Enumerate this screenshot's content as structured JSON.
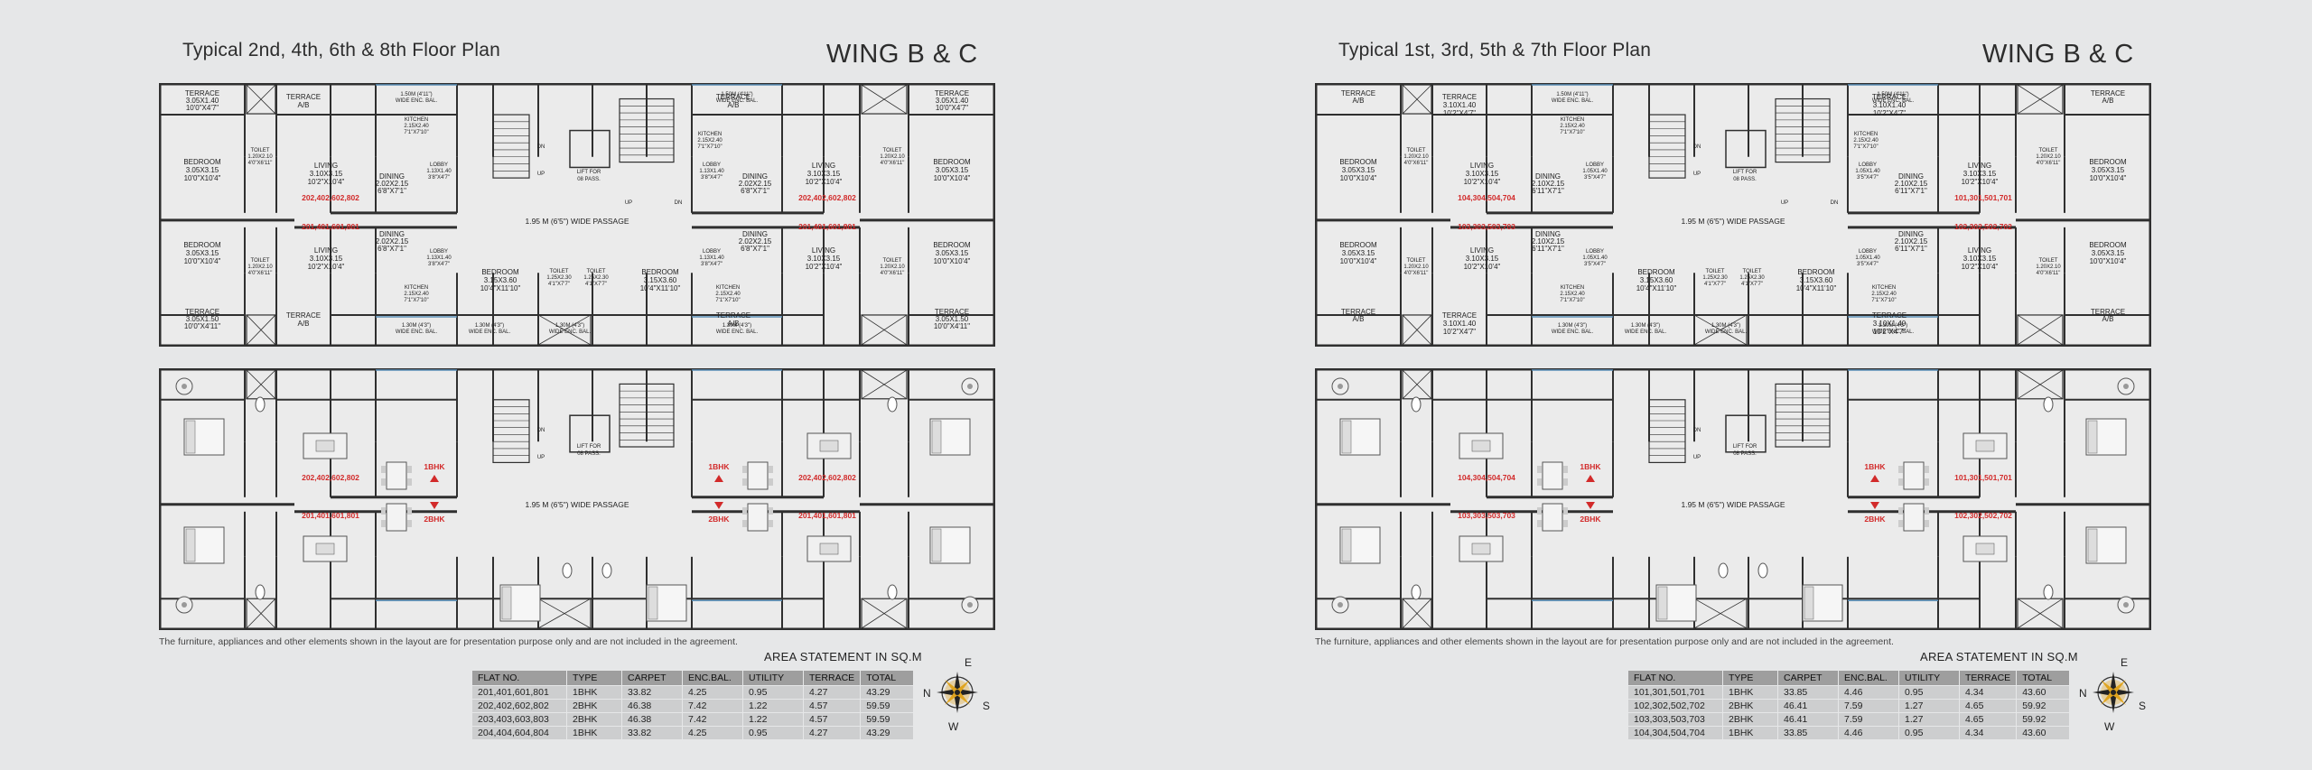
{
  "colors": {
    "wall": "#2f2f2f",
    "flat_label": "#d22a2a",
    "table_header": "#9e9e9e",
    "table_row": "#cdcecf",
    "compass": "#e0a41e"
  },
  "note": "The furniture, appliances and other elements shown in the layout are for presentation purpose only and are not included in the agreement.",
  "common": {
    "passage": "1.95 M (6'5\") WIDE PASSAGE",
    "lift": [
      "LIFT FOR",
      "08 PASS."
    ],
    "up": "UP",
    "dn": "DN",
    "bhk1": "1BHK",
    "bhk2": "2BHK",
    "compass": {
      "n": "N",
      "e": "E",
      "s": "S",
      "w": "W"
    },
    "area_title": "AREA STATEMENT IN SQ.M",
    "headers": [
      "FLAT NO.",
      "TYPE",
      "CARPET",
      "ENC.BAL.",
      "UTILITY",
      "TERRACE",
      "TOTAL"
    ]
  },
  "panels": [
    {
      "title": "Typical 2nd, 4th, 6th & 8th Floor Plan",
      "wing": "WING B & C",
      "top_flats": {
        "tl": "202,402,602,802",
        "tr": "202,402,602,802",
        "bl": "201,401,601,801",
        "br": "201,401,601,801"
      },
      "rooms": {
        "terrace_tl": [
          "TERRACE",
          "3.05X1.40",
          "10'0\"X4'7\""
        ],
        "terrace_a": [
          "TERRACE",
          "A/B"
        ],
        "terrace_bl": [
          "TERRACE",
          "3.05X1.50",
          "10'0\"X4'11\""
        ],
        "bedroom": [
          "BEDROOM",
          "3.05X3.15",
          "10'0\"X10'4\""
        ],
        "toilet": [
          "TOILET",
          "1.20X2.10",
          "4'0\"X6'11\""
        ],
        "living": [
          "LIVING",
          "3.10X3.15",
          "10'2\"X10'4\""
        ],
        "dining": [
          "DINING",
          "2.02X2.15",
          "6'8\"X7'1\""
        ],
        "kitchen": [
          "KITCHEN",
          "2.15X2.40",
          "7'1\"X7'10\""
        ],
        "lobby": [
          "LOBBY",
          "1.13X1.40",
          "3'8\"X4'7\""
        ],
        "bedroom_mid": [
          "BEDROOM",
          "3.15X3.60",
          "10'4\"X11'10\""
        ],
        "toilet_mid": [
          "TOILET",
          "1.25X2.30",
          "4'1\"X7'7\""
        ],
        "balcony": [
          "1.30M (4'3\")",
          "WIDE ENC. BAL."
        ],
        "balcony_top": [
          "1.50M (4'11\")",
          "WIDE ENC. BAL."
        ]
      },
      "rows": [
        [
          "201,401,601,801",
          "1BHK",
          "33.82",
          "4.25",
          "0.95",
          "4.27",
          "43.29"
        ],
        [
          "202,402,602,802",
          "2BHK",
          "46.38",
          "7.42",
          "1.22",
          "4.57",
          "59.59"
        ],
        [
          "203,403,603,803",
          "2BHK",
          "46.38",
          "7.42",
          "1.22",
          "4.57",
          "59.59"
        ],
        [
          "204,404,604,804",
          "1BHK",
          "33.82",
          "4.25",
          "0.95",
          "4.27",
          "43.29"
        ]
      ]
    },
    {
      "title": "Typical 1st, 3rd, 5th & 7th Floor Plan",
      "wing": "WING B & C",
      "top_flats": {
        "tl": "104,304,504,704",
        "tr": "101,301,501,701",
        "bl": "103,303,503,703",
        "br": "102,302,502,702"
      },
      "rooms": {
        "terrace_tl": [
          "TERRACE",
          "A/B"
        ],
        "terrace_a": [
          "TERRACE",
          "3.10X1.40",
          "10'2\"X4'7\""
        ],
        "terrace_bl": [
          "TERRACE",
          "A/B"
        ],
        "bedroom": [
          "BEDROOM",
          "3.05X3.15",
          "10'0\"X10'4\""
        ],
        "toilet": [
          "TOILET",
          "1.20X2.10",
          "4'0\"X6'11\""
        ],
        "living": [
          "LIVING",
          "3.10X3.15",
          "10'2\"X10'4\""
        ],
        "dining": [
          "DINING",
          "2.10X2.15",
          "6'11\"X7'1\""
        ],
        "kitchen": [
          "KITCHEN",
          "2.15X2.40",
          "7'1\"X7'10\""
        ],
        "lobby": [
          "LOBBY",
          "1.05X1.40",
          "3'5\"X4'7\""
        ],
        "bedroom_mid": [
          "BEDROOM",
          "3.15X3.60",
          "10'4\"X11'10\""
        ],
        "toilet_mid": [
          "TOILET",
          "1.25X2.30",
          "4'1\"X7'7\""
        ],
        "balcony": [
          "1.30M (4'3\")",
          "WIDE ENC. BAL."
        ],
        "balcony_top": [
          "1.50M (4'11\")",
          "WIDE ENC. BAL."
        ]
      },
      "rows": [
        [
          "101,301,501,701",
          "1BHK",
          "33.85",
          "4.46",
          "0.95",
          "4.34",
          "43.60"
        ],
        [
          "102,302,502,702",
          "2BHK",
          "46.41",
          "7.59",
          "1.27",
          "4.65",
          "59.92"
        ],
        [
          "103,303,503,703",
          "2BHK",
          "46.41",
          "7.59",
          "1.27",
          "4.65",
          "59.92"
        ],
        [
          "104,304,504,704",
          "1BHK",
          "33.85",
          "4.46",
          "0.95",
          "4.34",
          "43.60"
        ]
      ]
    }
  ]
}
